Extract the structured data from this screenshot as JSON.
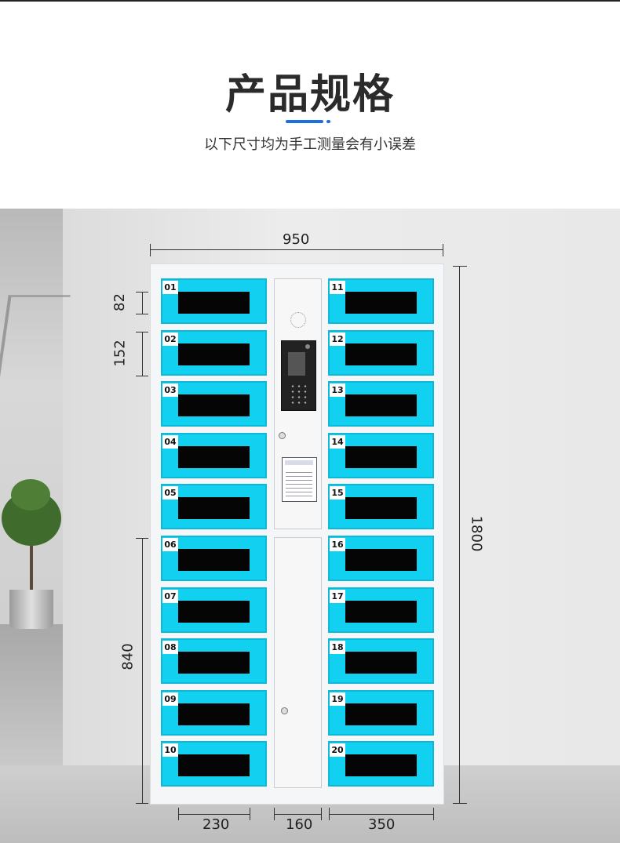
{
  "header": {
    "title": "产品规格",
    "subtitle": "以下尺寸均为手工测量会有小误差"
  },
  "colors": {
    "door": "#12d0f0",
    "accent": "#1c6fe0"
  },
  "dimensions": {
    "width": "950",
    "height": "1800",
    "door_height": "82",
    "door_pitch": "152",
    "lower_section": "840",
    "left_col": "230",
    "center_col": "160",
    "right_col": "350"
  },
  "lockers": {
    "left": [
      "01",
      "02",
      "03",
      "04",
      "05",
      "06",
      "07",
      "08",
      "09",
      "10"
    ],
    "right": [
      "11",
      "12",
      "13",
      "14",
      "15",
      "16",
      "17",
      "18",
      "19",
      "20"
    ]
  },
  "icons": [
    "speaker-icon",
    "keypad-terminal-icon",
    "lock-icon",
    "notice-card-icon"
  ]
}
